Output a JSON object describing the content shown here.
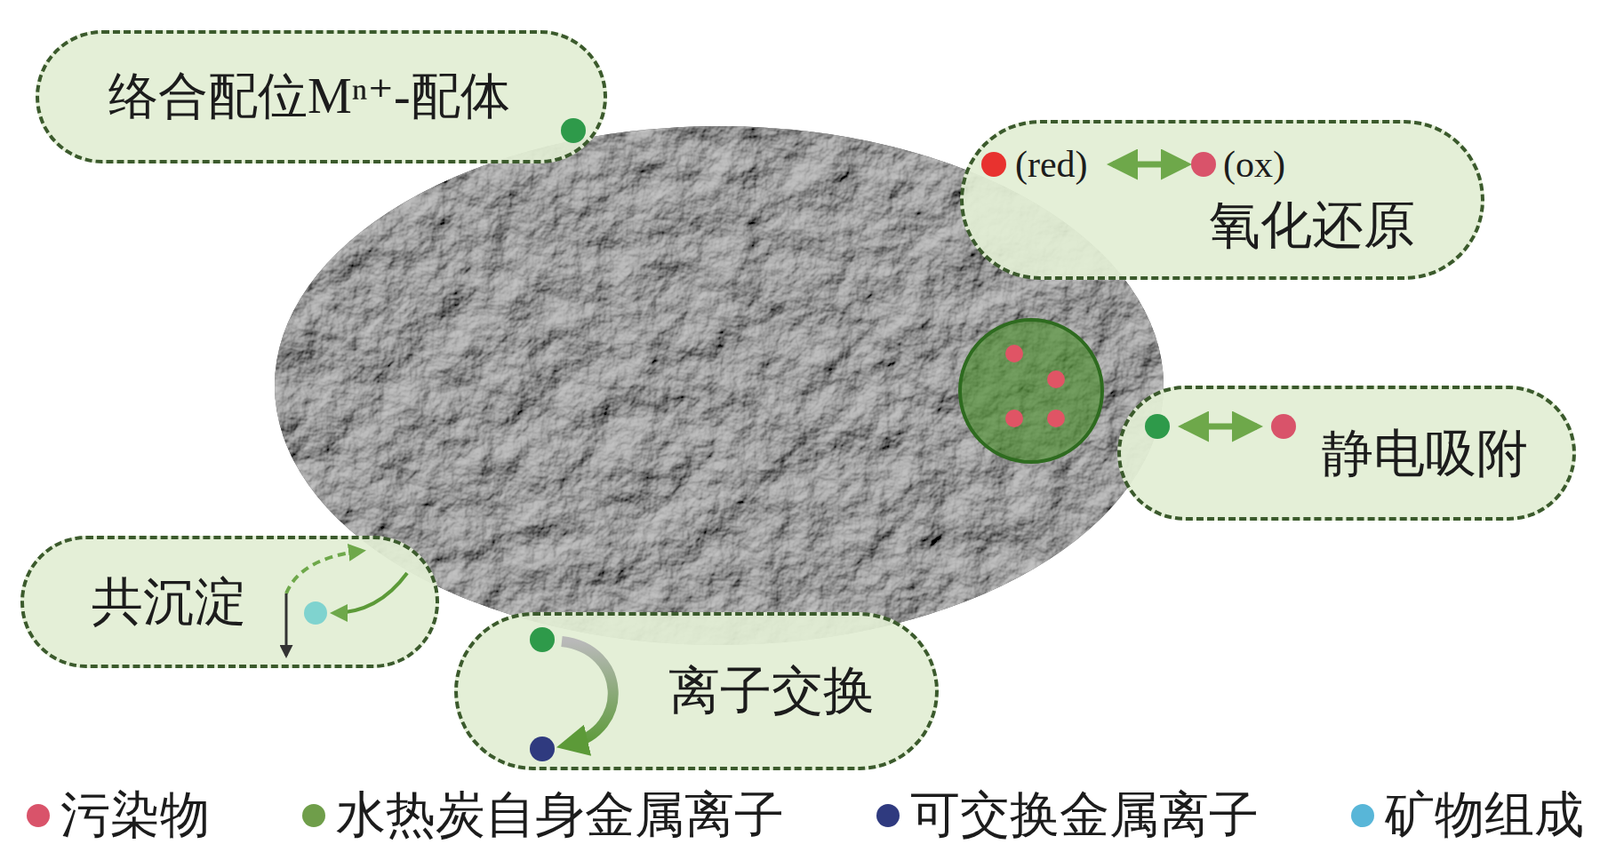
{
  "diagram": {
    "nodes": [
      {
        "text": [
          "络合配位Mⁿ⁺-配体"
        ]
      },
      {
        "text": [
          "(red)",
          "(ox)",
          "氧化还原"
        ]
      },
      {
        "text": [
          "静电吸附"
        ]
      },
      {
        "text": [
          "共沉淀"
        ]
      },
      {
        "text": [
          "离子交换"
        ]
      }
    ],
    "legend": [
      {
        "text": "污染物",
        "color": "#d9536a"
      },
      {
        "text": "水热炭自身金属离子",
        "color": "#6f9e4a"
      },
      {
        "text": "可交换金属离子",
        "color": "#2f3a7f"
      },
      {
        "text": "矿物组成",
        "color": "#58b6d8"
      }
    ]
  }
}
